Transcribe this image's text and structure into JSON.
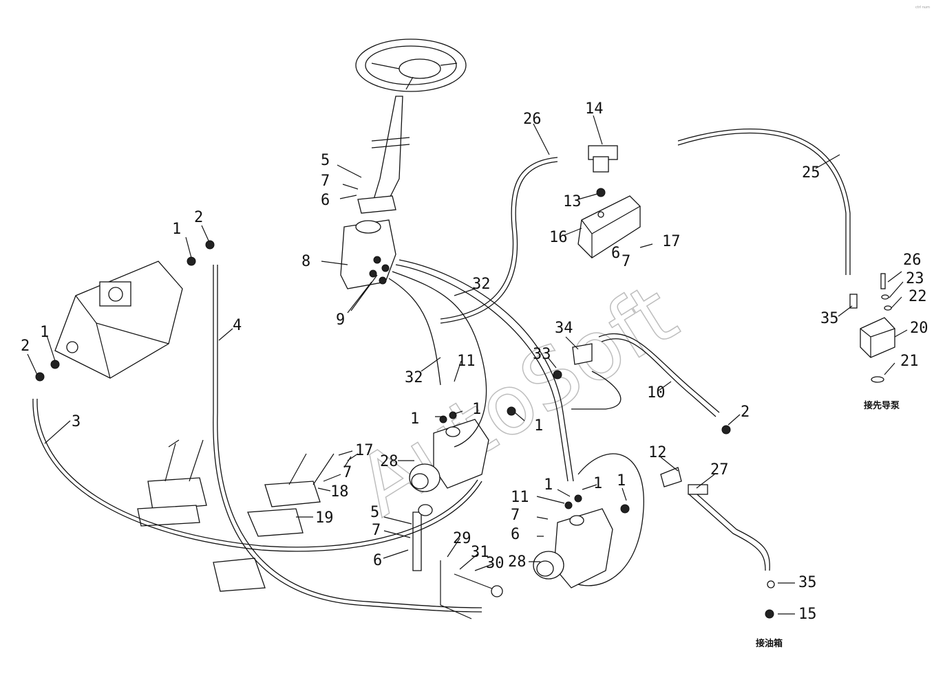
{
  "diagram": {
    "watermark": "AutoSoft",
    "corner_text": "ctrl num",
    "callouts": [
      "1",
      "2",
      "3",
      "4",
      "5",
      "6",
      "7",
      "8",
      "9",
      "10",
      "11",
      "12",
      "13",
      "14",
      "15",
      "16",
      "17",
      "18",
      "19",
      "20",
      "21",
      "22",
      "23",
      "25",
      "26",
      "27",
      "28",
      "29",
      "30",
      "31",
      "32",
      "33",
      "34",
      "35"
    ],
    "notes": {
      "pilot_pump": "接先导泵",
      "oil_tank": "接油箱"
    }
  }
}
